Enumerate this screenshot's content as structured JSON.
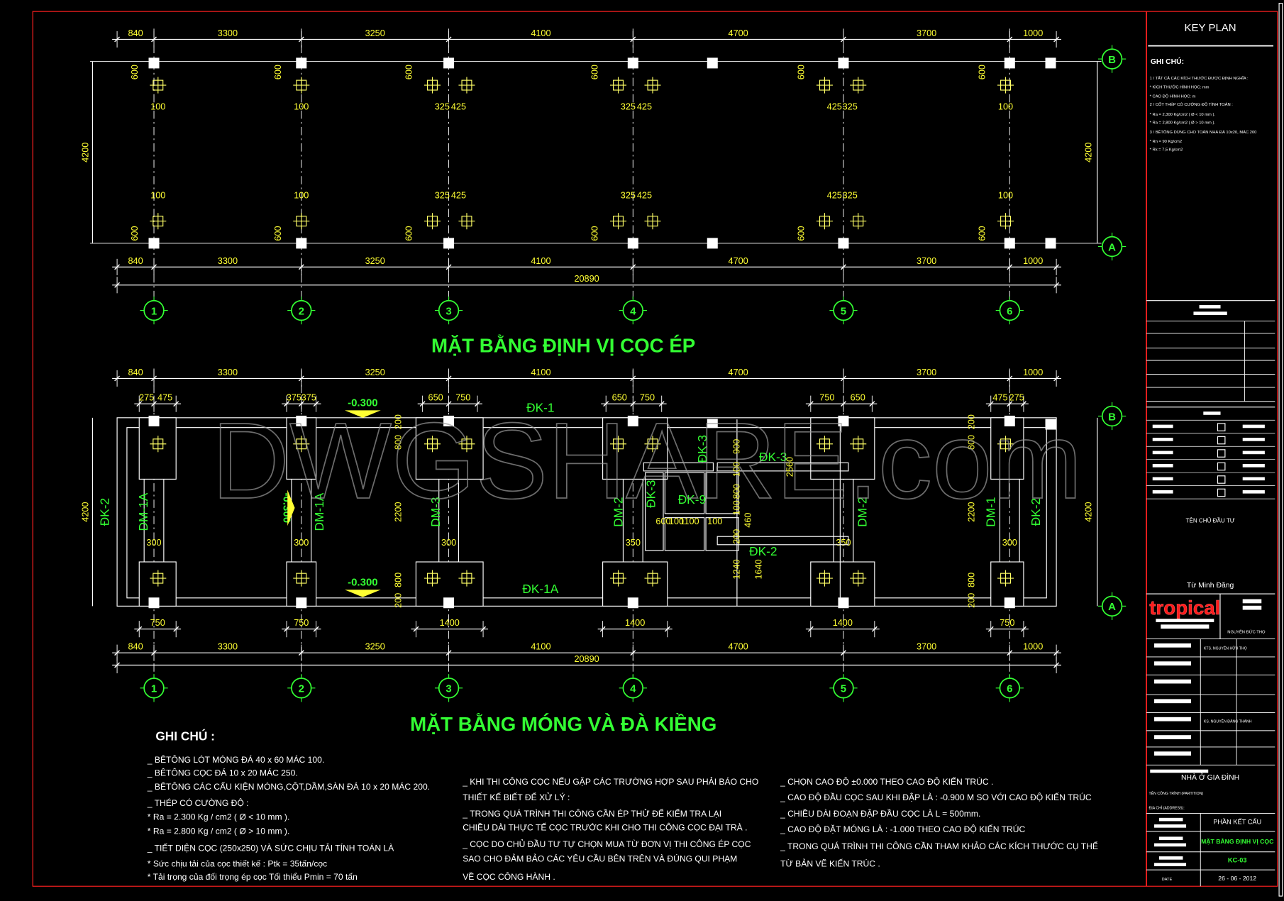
{
  "colors": {
    "dim": "#ffff33",
    "line": "#ffffff",
    "label": "#33ff33",
    "frame": "#ff2020",
    "pile": "#ffff66",
    "logo": "#ff1a1a"
  },
  "axes": {
    "numbers": [
      "1",
      "2",
      "3",
      "4",
      "5",
      "6"
    ],
    "letters": [
      "A",
      "B"
    ]
  },
  "plan1": {
    "title": "MẶT BẰNG ĐỊNH VỊ CỌC ÉP",
    "spans": [
      "840",
      "3300",
      "3250",
      "4100",
      "4700",
      "3700",
      "1000"
    ],
    "total": "20890",
    "depth": "4200",
    "pile_offsets": [
      "600",
      "100",
      "325",
      "425"
    ]
  },
  "plan2": {
    "title": "MẶT BẰNG MÓNG VÀ ĐÀ KIỀNG",
    "spans": [
      "840",
      "3300",
      "3250",
      "4100",
      "4700",
      "3700",
      "1000"
    ],
    "total": "20890",
    "depth": "4200",
    "footing_top": [
      [
        "275",
        "475"
      ],
      [
        "375",
        "375"
      ],
      [
        "650",
        "750"
      ],
      [
        "650",
        "750"
      ],
      [
        "750",
        "650"
      ],
      [
        "475",
        "275"
      ]
    ],
    "footing_bottom": [
      "750",
      "750",
      "1400",
      "1400",
      "1400",
      "750"
    ],
    "vertical_dims": [
      "200",
      "800",
      "2200",
      "800",
      "200",
      "900",
      "100",
      "800",
      "100",
      "460",
      "200",
      "1240",
      "1640",
      "2560"
    ],
    "stair_dims": [
      "600",
      "100",
      "1100",
      "100"
    ],
    "neck_dims": [
      "300",
      "300",
      "300",
      "350",
      "350",
      "300"
    ],
    "beams": {
      "dk1": "ĐK-1",
      "dk1a": "ĐK-1A",
      "dk2": "ĐK-2",
      "dk3a": "ĐK-3",
      "dk3b": "ĐK-3",
      "dk3c": "ĐK-3",
      "dk9": "ĐK-9",
      "dm1a_1": "DM-1A",
      "dm1a_2": "DM-1A",
      "dm3": "DM-3",
      "dm2_1": "DM-2",
      "dm2_2": "DM-2",
      "dm1": "DM-1",
      "bk2_left": "ĐK-2",
      "bk2_right": "ĐK-2"
    },
    "elevation": "-0.300"
  },
  "watermark": "DWGSHARE.com",
  "notes": {
    "heading": "GHI CHÚ :",
    "col1": [
      "_ BÊTÔNG LÓT MÓNG ĐÁ 40 x 60 MÁC 100.",
      "_ BÊTÔNG CỌC ĐÁ 10 x 20 MÁC 250.",
      "_ BÊTÔNG CÁC CẤU KIỆN MÓNG,CỘT,DẦM,SÀN ĐÁ 10 x 20 MÁC 200.",
      "_ THÉP CÓ CƯỜNG ĐỘ :",
      "   * Ra = 2.300 Kg / cm2 ( Ø < 10 mm ).",
      "   * Ra = 2.800 Kg / cm2 ( Ø > 10 mm ).",
      "_ TIẾT DIỆN CỌC (250x250) VÀ SỨC CHỊU TẢI TÍNH TOÁN LÀ",
      "   * Sức chịu tải của cọc thiết kế : Ptk = 35tấn/cọc",
      "   * Tải trọng của đối trọng ép cọc Tối thiểu Pmin = 70 tấn"
    ],
    "col2": [
      "_ KHI THI CÔNG CỌC NẾU GẶP CÁC TRƯỜNG HỢP SAU PHẢI BÁO CHO",
      "      THIẾT KẾ BIẾT ĐỂ XỬ LÝ :",
      "_ TRONG QUÁ TRÌNH THI CÔNG CẦN ÉP THỬ ĐỂ KIỂM TRA LẠI",
      "      CHIỀU DÀI THỰC TẾ CỌC TRƯỚC KHI CHO THI CÔNG CỌC ĐẠI TRÀ .",
      "_ CỌC DO CHỦ ĐẦU TƯ TỰ CHỌN MUA TỪ ĐƠN VỊ THI CÔNG ÉP CỌC",
      "      SAO CHO ĐẢM BẢO CÁC YÊU CẦU BÊN TRÊN VÀ ĐÚNG QUI PHẠM",
      "      VỀ CỌC CÔNG HÀNH ."
    ],
    "col3": [
      "_ CHỌN CAO ĐỘ ±0.000 THEO CAO ĐỘ KIẾN TRÚC .",
      "_ CAO ĐỘ ĐẦU CỌC SAU KHI ĐẬP LÀ : -0.900 M SO VỚI CAO ĐỘ KIẾN TRÚC",
      "_ CHIỀU DÀI ĐOẠN ĐẬP ĐẦU CỌC LÀ L = 500mm.",
      "_ CAO ĐỘ ĐẶT MÓNG LÀ : -1.000 THEO CAO ĐỘ KIẾN TRÚC",
      "_ TRONG QUÁ TRÌNH THI CÔNG CẦN THAM KHẢO CÁC KÍCH THƯỚC CỤ THỂ",
      "  TỪ BẢN VẼ KIẾN TRÚC ."
    ]
  },
  "title_block": {
    "key_plan": "KEY PLAN",
    "notes_heading": "GHI CHÚ:",
    "notes": [
      "1 / TẤT CẢ CÁC KÍCH THƯỚC ĐƯỢC ĐỊNH NGHĨA :",
      "      * KÍCH THƯỚC HÌNH HỌC: mm",
      "      * CAO ĐỘ HÌNH HỌC: m",
      "2 / CỐT THÉP CÓ CƯỜNG ĐỘ TÍNH TOÁN :",
      "  * Ra = 2,300 Kg/cm2 ( Ø < 10 mm ).",
      "  * Ra = 2,800 Kg/cm2 ( Ø > 10 mm ).",
      "3 / BÊTÔNG DÙNG CHO TOÀN NHÀ ĐÁ 10x20, MÁC 200",
      "  * Rn = 90 Kg/cm2",
      "  * Rk = 7,5 Kg/cm2"
    ],
    "owner_label": "TÊN CHỦ ĐẦU TƯ",
    "owner": "Từ Minh Đăng",
    "logo": "tropical",
    "director": "NGUYỄN ĐỨC THỌ",
    "architect": "KTS. NGUYỄN HỮU THỌ",
    "engineer": "KS. NGUYỄN ĐĂNG THÀNH",
    "project": "NHÀ Ở GIA ĐÌNH",
    "project_label": "TÊN CÔNG TRÌNH (PARTITION)",
    "address_label": "ĐỊA CHỈ (ADDRESS):",
    "section": "PHẦN KẾT CẤU",
    "sheet_title": "MẶT BẰNG ĐỊNH VỊ CỌC",
    "sheet_no": "KC-03",
    "date_label": "DATE",
    "date": "26 - 06 - 2012"
  }
}
